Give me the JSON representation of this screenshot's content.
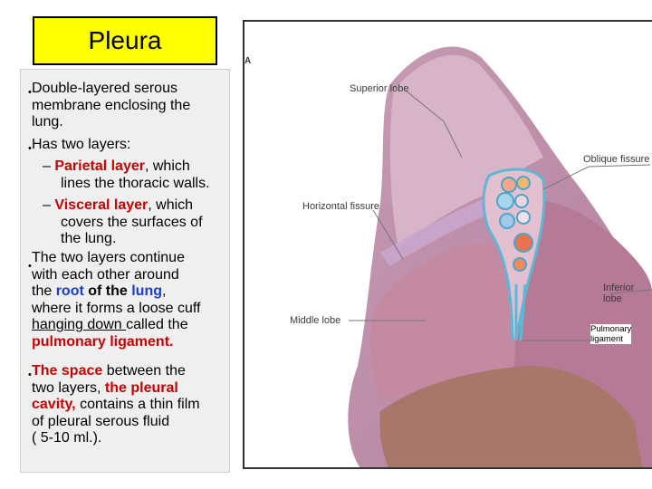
{
  "title": "Pleura",
  "bullets": {
    "b1": [
      "Double-layered serous",
      "membrane enclosing the",
      "lung."
    ],
    "b2": "Has two layers:",
    "sub1_red": "Parietal layer",
    "sub1_rest": ", which",
    "sub1_line2": "lines the thoracic walls.",
    "sub2_red": "Visceral layer",
    "sub2_rest": ", which",
    "sub2_line2": "covers the surfaces of",
    "sub2_line3": "the lung.",
    "b3_l1": "The two layers continue",
    "b3_l2": "with each other around",
    "b3_l3a": "the ",
    "b3_root": "root",
    "b3_of": " of the ",
    "b3_lung": "lung",
    "b3_l3b": ",",
    "b3_l4": "where it forms a loose cuff",
    "b3_hang": "hanging down ",
    "b3_l5b": "called the",
    "b3_pul": "pulmonary ligament.",
    "b4_space": "The space",
    "b4_l1b": " between the",
    "b4_l2a": "two layers, ",
    "b4_pc1": "the pleural",
    "b4_pc2": "cavity,",
    "b4_l3b": " contains a thin film",
    "b4_l4": "of pleural serous fluid",
    "b4_l5": "( 5-10 ml.)."
  },
  "figure": {
    "panel_letter": "A",
    "labels": {
      "superior": "Superior lobe",
      "oblique": "Oblique fissure",
      "horizontal": "Horizontal fissure",
      "inferior": "Inferior lobe",
      "middle": "Middle lobe",
      "pulmonary_l1": "Pulmonary",
      "pulmonary_l2": "ligament"
    }
  },
  "colors": {
    "title_bg": "#ffff00",
    "red_text": "#cc0000",
    "blue_text": "#1a3fcc",
    "panel_bg": "#efefef"
  }
}
